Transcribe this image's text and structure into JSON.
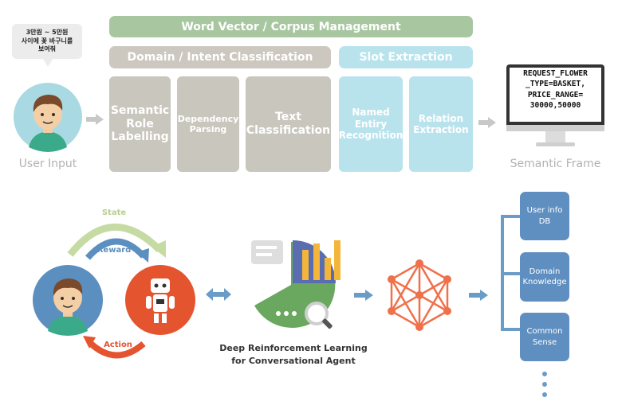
{
  "top": {
    "speech_bubble": "3만원 ~ 5만원\n사이에 꽃 바구니를\n보여줘",
    "user_input_label": "User Input",
    "word_vector_bar": "Word Vector / Corpus Management",
    "domain_intent_bar": "Domain / Intent Classification",
    "slot_extraction_bar": "Slot Extraction",
    "boxes": {
      "semantic_role": "Semantic\nRole\nLabelling",
      "dependency_parsing": "Dependency\nParsing",
      "text_classification": "Text\nClassification",
      "named_entity": "Named\nEntiry\nRecognition",
      "relation_extraction": "Relation\nExtraction"
    },
    "monitor_text": "REQUEST_FLOWER\n_TYPE=BASKET,\nPRICE_RANGE=\n30000,50000",
    "semantic_frame_label": "Semantic Frame"
  },
  "bottom": {
    "state_label": "State",
    "reward_label": "Reward",
    "action_label": "Action",
    "drl_caption": "Deep Reinforcement Learning\nfor Conversational Agent",
    "knowledge": {
      "user_info": "User info\nDB",
      "domain_knowledge": "Domain\nKnowledge",
      "common_sense": "Common\nSense"
    }
  },
  "colors": {
    "green_bar": "#a8c7a0",
    "gray_box": "#ccc8bf",
    "cyan_box": "#b9e3ec",
    "kb_blue": "#5f8fc0",
    "robot_red": "#e4542f",
    "user_blue": "#5b8fbf",
    "arrow_gray": "#c8c8c8",
    "arrow_blue": "#6a9cc8",
    "network_orange": "#f0704a"
  }
}
